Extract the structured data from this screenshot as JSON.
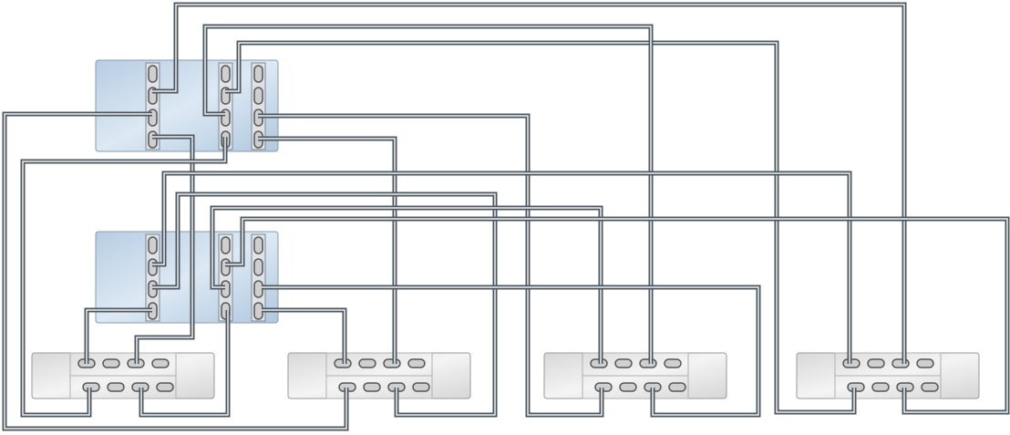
{
  "colors": {
    "background": "#ffffff",
    "controller_fill_light": "#dbe7f3",
    "controller_fill_dark": "#b3cbe2",
    "controller_border": "#8a9aab",
    "shelf_fill": "#e6e6e6",
    "shelf_border": "#9a9a9a",
    "port_fill": "#cfcfcf",
    "port_border": "#555555",
    "cable_outer": "#4d5761",
    "cable_inner": "#f2f2f2"
  },
  "controllers": [
    {
      "id": "controller-1"
    },
    {
      "id": "controller-2"
    }
  ],
  "shelves": [
    {
      "id": "disk-shelf-1"
    },
    {
      "id": "disk-shelf-2"
    },
    {
      "id": "disk-shelf-3"
    },
    {
      "id": "disk-shelf-4"
    }
  ]
}
